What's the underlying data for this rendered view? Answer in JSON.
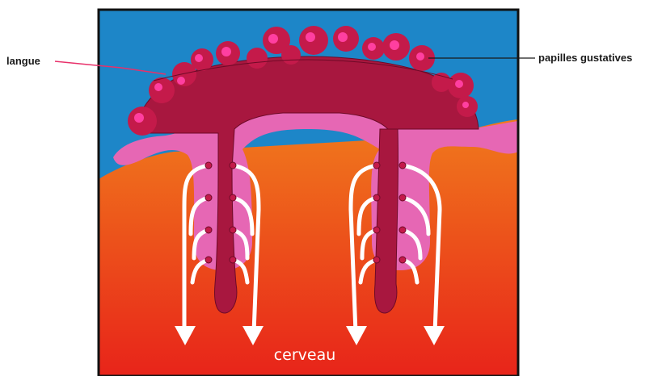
{
  "labels": {
    "tongue": "langue",
    "taste_buds": "papilles gustatives",
    "brain": "cerveau"
  },
  "colors": {
    "sky": "#1d86c8",
    "ground_top": "#f07a1c",
    "ground_bottom": "#e8241a",
    "tongue": "#a8173f",
    "tongue_outline": "#6e0a27",
    "papilla": "#c41a4a",
    "papilla_highlight": "#ff3fa0",
    "pink_tissue": "#e667b4",
    "nerve_arrow": "#ffffff",
    "frame": "#111111",
    "leader_tongue": "#e8306a",
    "leader_buds": "#1a1a1a"
  }
}
